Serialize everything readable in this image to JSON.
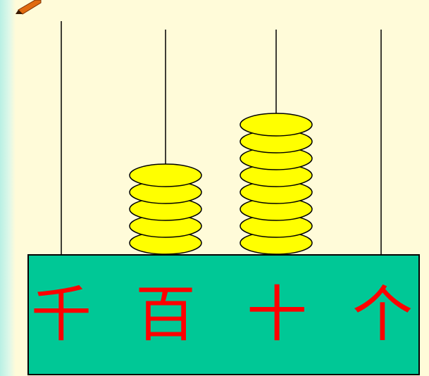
{
  "colors": {
    "background": "#fffbd9",
    "base": "#00c896",
    "bead": "#ffff00",
    "bead_outline": "#000000",
    "label": "#ff0000"
  },
  "abacus": {
    "rods": [
      {
        "place_label": "千",
        "beads": 0
      },
      {
        "place_label": "百",
        "beads": 5
      },
      {
        "place_label": "十",
        "beads": 8
      },
      {
        "place_label": "个",
        "beads": 0
      }
    ]
  }
}
